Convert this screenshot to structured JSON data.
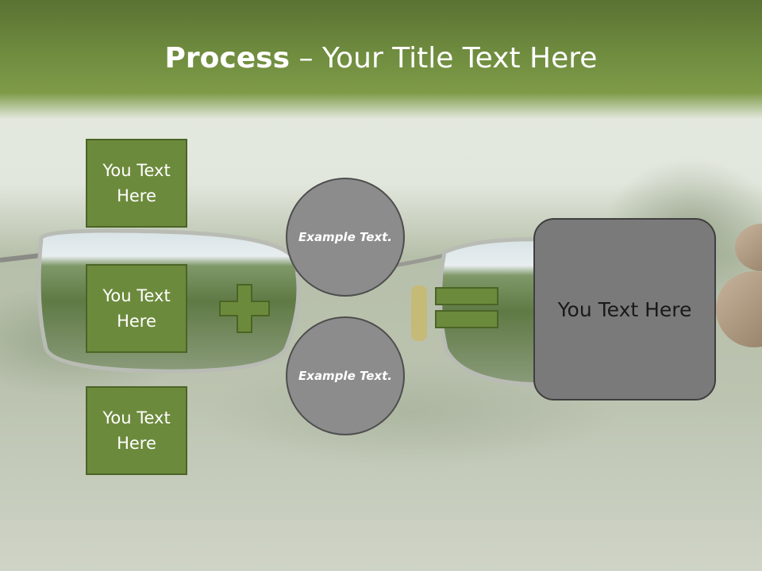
{
  "slide": {
    "title_bold": "Process",
    "title_rest": " – Your Title Text Here",
    "boxes": [
      {
        "label": "You Text Here"
      },
      {
        "label": "You Text Here"
      },
      {
        "label": "You Text Here"
      }
    ],
    "circles": [
      {
        "label": "Example Text."
      },
      {
        "label": "Example Text."
      }
    ],
    "result_label": "You Text Here",
    "operators": {
      "plus_icon": "plus-icon",
      "equals_icon": "equals-icon"
    },
    "colors": {
      "title_band": "#6f8c3f",
      "green_box": "#6c8a3c",
      "circle": "#8c8c8c",
      "result_box": "#7a7a7a"
    }
  }
}
